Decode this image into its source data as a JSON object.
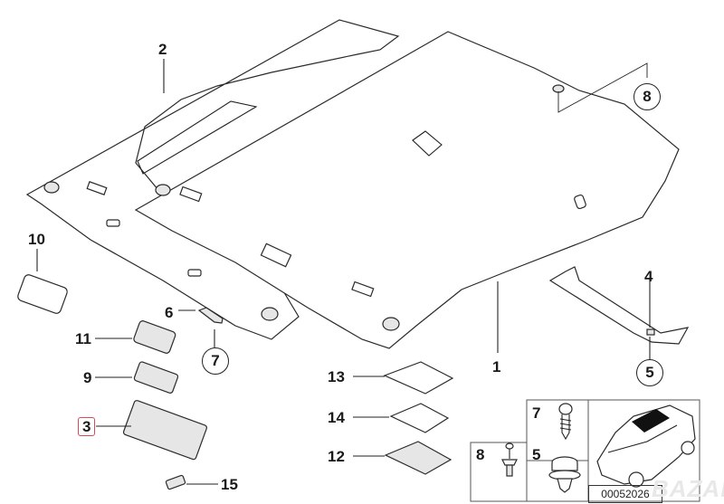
{
  "diagram": {
    "title": "Headliner parts diagram",
    "callouts": [
      {
        "id": "c1",
        "label": "1",
        "style": "plain"
      },
      {
        "id": "c2",
        "label": "2",
        "style": "plain"
      },
      {
        "id": "c3",
        "label": "3",
        "style": "highlighted"
      },
      {
        "id": "c4",
        "label": "4",
        "style": "plain"
      },
      {
        "id": "c5",
        "label": "5",
        "style": "circled"
      },
      {
        "id": "c6",
        "label": "6",
        "style": "plain"
      },
      {
        "id": "c7",
        "label": "7",
        "style": "circled"
      },
      {
        "id": "c8",
        "label": "8",
        "style": "circled"
      },
      {
        "id": "c9",
        "label": "9",
        "style": "plain"
      },
      {
        "id": "c10",
        "label": "10",
        "style": "plain"
      },
      {
        "id": "c11",
        "label": "11",
        "style": "plain"
      },
      {
        "id": "c12",
        "label": "12",
        "style": "plain"
      },
      {
        "id": "c13",
        "label": "13",
        "style": "plain"
      },
      {
        "id": "c14",
        "label": "14",
        "style": "plain"
      },
      {
        "id": "c15",
        "label": "15",
        "style": "plain"
      }
    ],
    "fastener_table": [
      {
        "label": "7",
        "part": "screw"
      },
      {
        "label": "8",
        "part": "expanding rivet"
      },
      {
        "label": "5",
        "part": "clip"
      }
    ],
    "reference_number": "00052026",
    "watermark": "BAZAR",
    "highlight_color": "#d64a5a"
  }
}
